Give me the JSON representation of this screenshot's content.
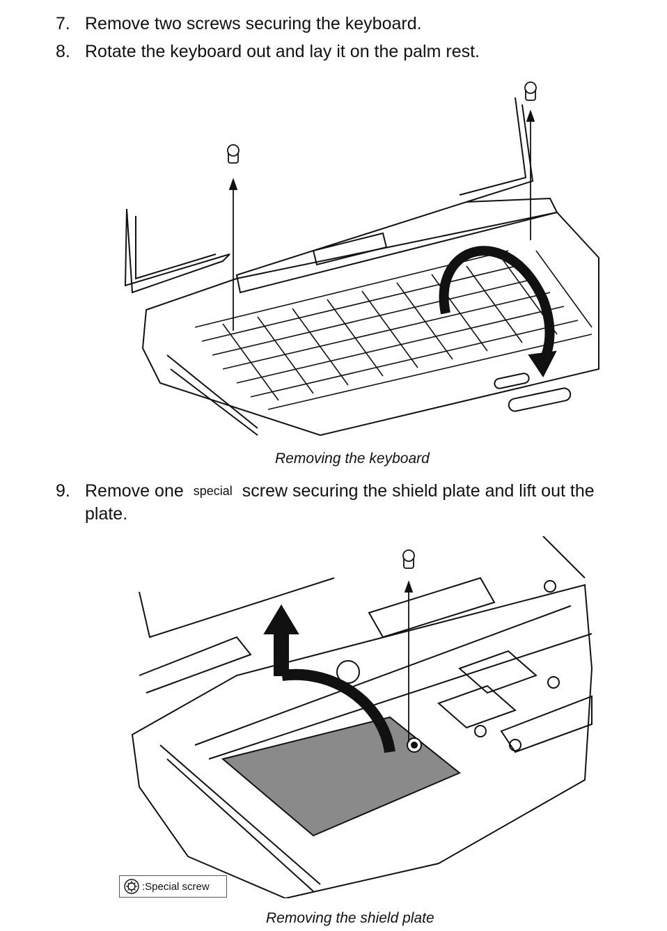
{
  "steps": [
    {
      "number": "7.",
      "text": "Remove two screws securing the keyboard."
    },
    {
      "number": "8.",
      "text": "Rotate the keyboard out and lay it on the palm rest."
    },
    {
      "number": "9.",
      "text_before": "Remove one",
      "inline_word": "special",
      "text_after": "screw securing the shield plate and lift out the",
      "text_cont": "plate."
    }
  ],
  "figures": [
    {
      "caption": "Removing the keyboard"
    },
    {
      "caption": "Removing the shield plate"
    }
  ],
  "legend": {
    "label": ":Special screw",
    "icon": "special-screw-icon"
  },
  "colors": {
    "ink": "#111111",
    "plate_fill": "#8a8a8a"
  }
}
